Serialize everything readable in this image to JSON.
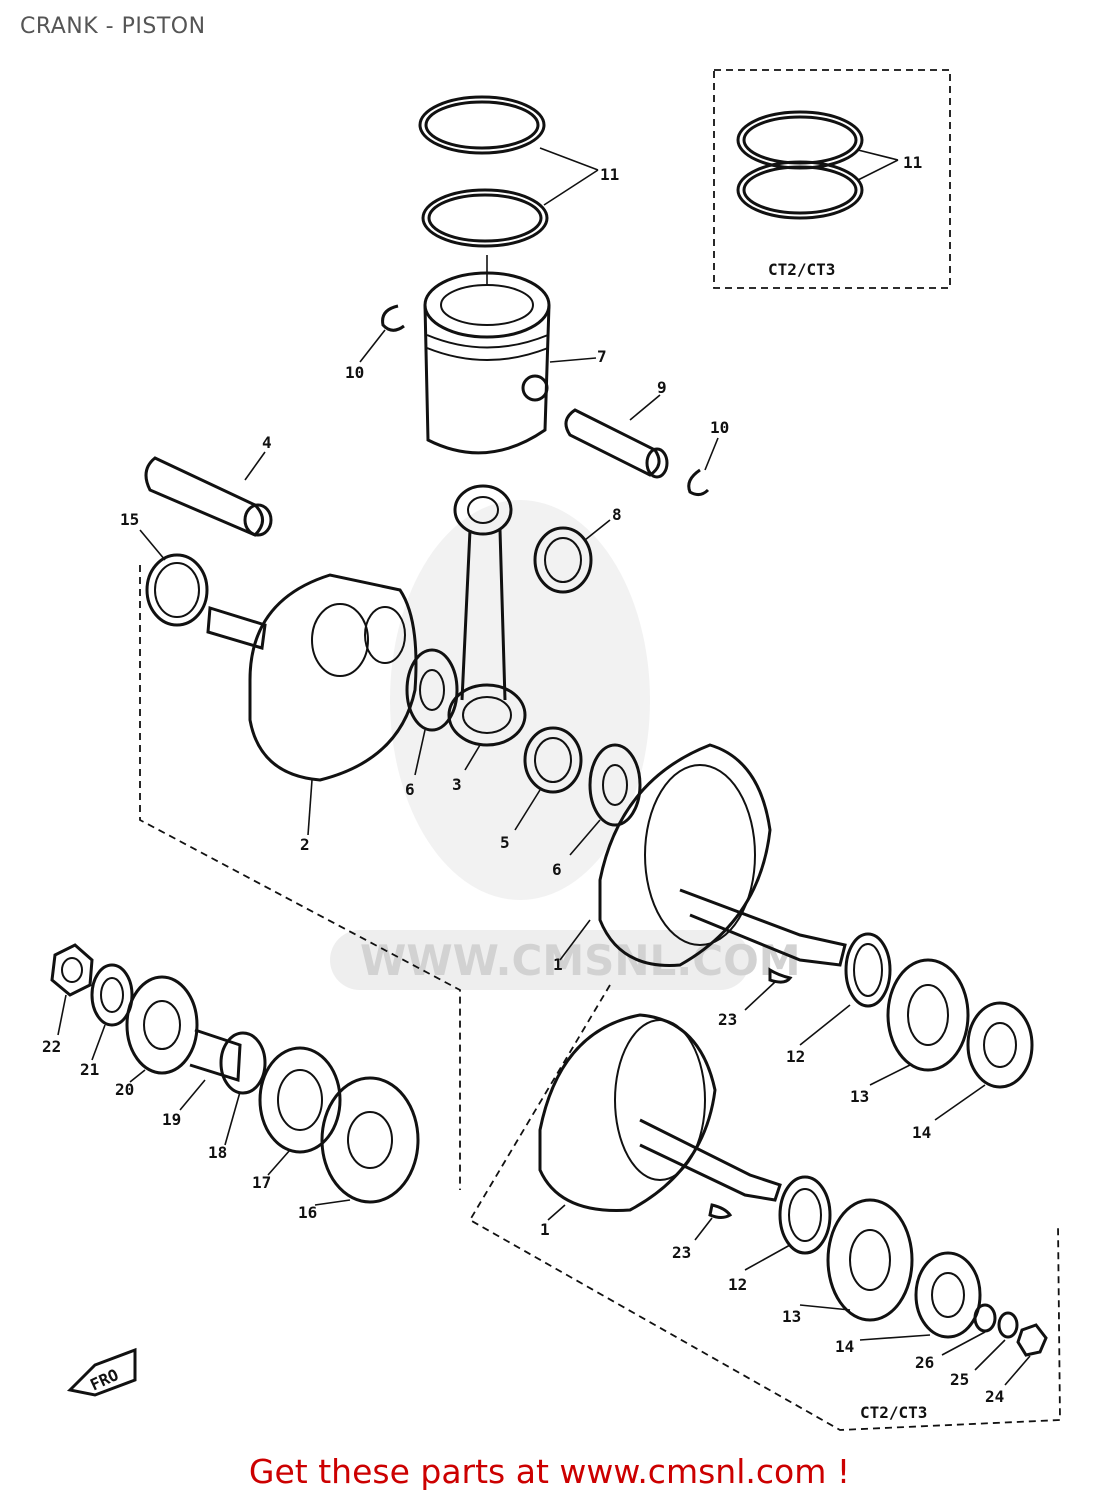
{
  "header": {
    "title": "CRANK - PISTON"
  },
  "diagram": {
    "watermark": "WWW.CMSNL.COM",
    "variant_labels": {
      "rings_box": "CT2/CT3",
      "crank_box": "CT2/CT3"
    },
    "callouts": {
      "c1a": "1",
      "c1b": "1",
      "c2": "2",
      "c3": "3",
      "c4": "4",
      "c5": "5",
      "c6a": "6",
      "c6b": "6",
      "c7": "7",
      "c8": "8",
      "c9": "9",
      "c10a": "10",
      "c10b": "10",
      "c11a": "11",
      "c11b": "11",
      "c12a": "12",
      "c12b": "12",
      "c13a": "13",
      "c13b": "13",
      "c14a": "14",
      "c14b": "14",
      "c15": "15",
      "c16": "16",
      "c17": "17",
      "c18": "18",
      "c19": "19",
      "c20": "20",
      "c21": "21",
      "c22": "22",
      "c23a": "23",
      "c23b": "23",
      "c24": "24",
      "c25": "25",
      "c26": "26"
    },
    "front_marker": "FRO"
  },
  "footer": {
    "text": "Get these parts at www.cmsnl.com !"
  }
}
